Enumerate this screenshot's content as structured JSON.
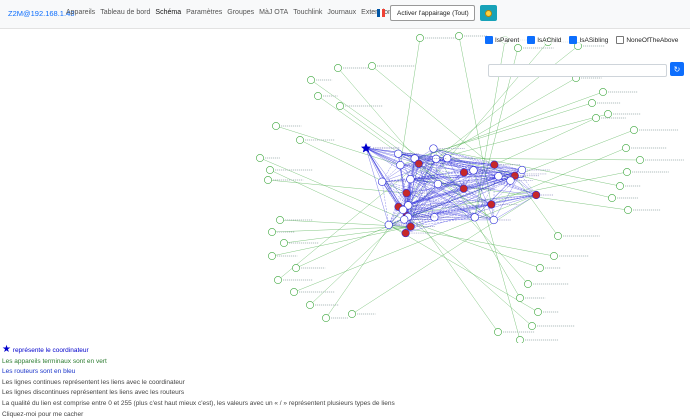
{
  "navbar": {
    "brand": "Z2M@192.168.1.43",
    "items": [
      "Appareils",
      "Tableau de bord",
      "Schéma",
      "Paramètres",
      "Groupes",
      "MàJ OTA",
      "Touchlink",
      "Journaux",
      "Extensions"
    ],
    "active_item": "Schéma",
    "permit_join_label": "Activer l'appairage (Tout)"
  },
  "filters": [
    {
      "label": "IsParent",
      "checked": true
    },
    {
      "label": "IsAChild",
      "checked": true
    },
    {
      "label": "IsASibling",
      "checked": true
    },
    {
      "label": "NoneOfTheAbove",
      "checked": false
    }
  ],
  "legend": {
    "coordinator": "représente le coordinateur",
    "end_devices": "Les appareils terminaux sont en vert",
    "routers": "Les routeurs sont en bleu",
    "solid_lines": "Les lignes continues représentent les liens avec le coordinateur",
    "dashed_lines": "Les lignes discontinues représentent les liens avec les routeurs",
    "link_quality": "La qualité du lien est comprise entre 0 et 255 (plus c'est haut mieux c'est), les valeurs avec un « / » représentent plusieurs types de liens",
    "hide": "Cliquez-moi pour me cacher"
  },
  "colors": {
    "coordinator": "#0000cc",
    "end_device": "#3aa63a",
    "router": "#2d2ddb",
    "router_icon": "#c62828",
    "brand": "#0d6efd"
  }
}
